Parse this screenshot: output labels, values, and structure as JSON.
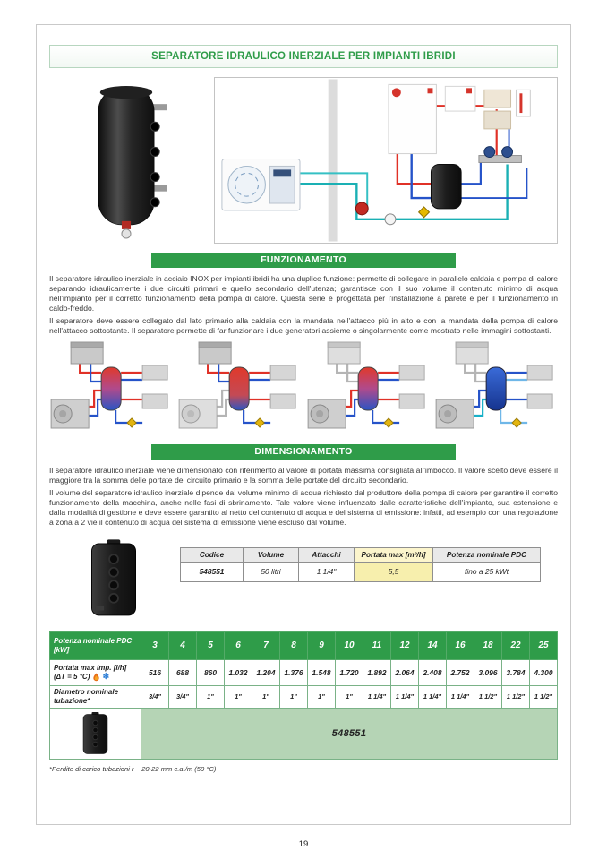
{
  "page": {
    "title": "SEPARATORE IDRAULICO INERZIALE PER IMPIANTI IBRIDI",
    "page_number": "19",
    "footnote": "*Perdite di carico tubazioni r ~ 20-22 mm c.a./m (50 °C)"
  },
  "funzionamento": {
    "heading": "FUNZIONAMENTO",
    "p1": "Il separatore idraulico inerziale in acciaio INOX per impianti ibridi ha una duplice funzione: permette di collegare in parallelo caldaia e pompa di calore separando idraulicamente i due circuiti primari e quello secondario dell'utenza; garantisce con il suo volume il contenuto minimo di acqua nell'impianto per il corretto funzionamento della pompa di calore. Questa serie è progettata per l'installazione a parete e per il funzionamento in caldo-freddo.",
    "p2": "Il separatore deve essere collegato dal lato primario alla caldaia con la mandata nell'attacco più in alto e con la mandata della pompa di calore nell'attacco sottostante. Il separatore permette di far funzionare i due generatori assieme o singolarmente come mostrato nelle immagini sottostanti."
  },
  "dimensionamento": {
    "heading": "DIMENSIONAMENTO",
    "p1": "Il separatore idraulico inerziale viene dimensionato con riferimento al valore di portata massima consigliata all'imbocco. Il valore scelto deve essere il maggiore tra la somma delle portate del circuito primario e la somma delle portate del circuito secondario.",
    "p2": "Il volume del separatore idraulico inerziale dipende dal volume minimo di acqua richiesto dal produttore della pompa di calore per garantire il corretto funzionamento della macchina, anche nelle fasi di sbrinamento. Tale valore viene influenzato dalle caratteristiche dell'impianto, sua estensione e dalla modalità di gestione e deve essere garantito al netto del contenuto di acqua e del sistema di emissione: infatti, ad esempio con una regolazione a zona a 2 vie il contenuto di acqua del sistema di emissione viene escluso dal volume."
  },
  "spec_table": {
    "headers": [
      "Codice",
      "Volume",
      "Attacchi",
      "Portata max [m³/h]",
      "Potenza nominale PDC"
    ],
    "row": [
      "548551",
      "50 litri",
      "1 1/4\"",
      "5,5",
      "fino a 25 kWt"
    ]
  },
  "power_table": {
    "row1_label": "Potenza nominale PDC [kW]",
    "row1_values": [
      "3",
      "4",
      "5",
      "6",
      "7",
      "8",
      "9",
      "10",
      "11",
      "12",
      "14",
      "16",
      "18",
      "22",
      "25"
    ],
    "row2_label_line1": "Portata max imp. [l/h]",
    "row2_label_line2": "(ΔT = 5 °C)",
    "row2_values": [
      "516",
      "688",
      "860",
      "1.032",
      "1.204",
      "1.376",
      "1.548",
      "1.720",
      "1.892",
      "2.064",
      "2.408",
      "2.752",
      "3.096",
      "3.784",
      "4.300"
    ],
    "row3_label": "Diametro nominale tubazione*",
    "row3_values": [
      "3/4\"",
      "3/4\"",
      "1\"",
      "1\"",
      "1\"",
      "1\"",
      "1\"",
      "1\"",
      "1 1/4\"",
      "1 1/4\"",
      "1 1/4\"",
      "1 1/4\"",
      "1 1/2\"",
      "1 1/2\"",
      "1 1/2\""
    ],
    "code": "548551"
  },
  "icons": {
    "snowflake": "❄"
  },
  "colors": {
    "green": "#2f9c49",
    "code_row_bg": "#b5d4b5",
    "yellow_header": "#fcf5cc",
    "yellow_cell": "#f7efad",
    "pipe_red": "#e03127",
    "pipe_blue": "#2553c9",
    "pipe_teal": "#1ab0b4"
  }
}
